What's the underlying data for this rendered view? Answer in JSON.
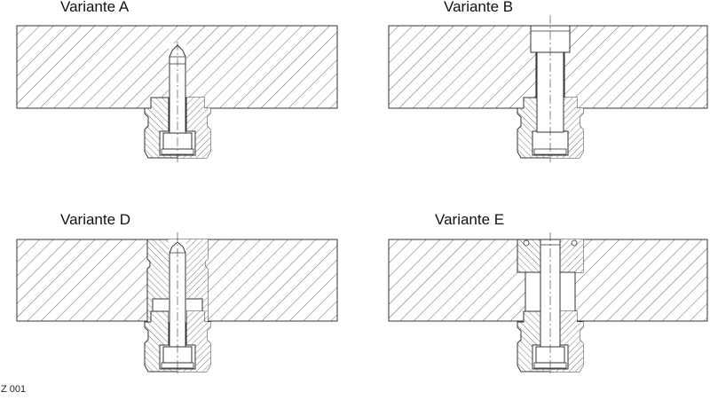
{
  "variants": [
    {
      "label": "Variante A"
    },
    {
      "label": "Variante B"
    },
    {
      "label": "Variante D"
    },
    {
      "label": "Variante E"
    }
  ],
  "drawing_code": "Z 001",
  "colors": {
    "line": "#333333",
    "background": "#ffffff"
  }
}
